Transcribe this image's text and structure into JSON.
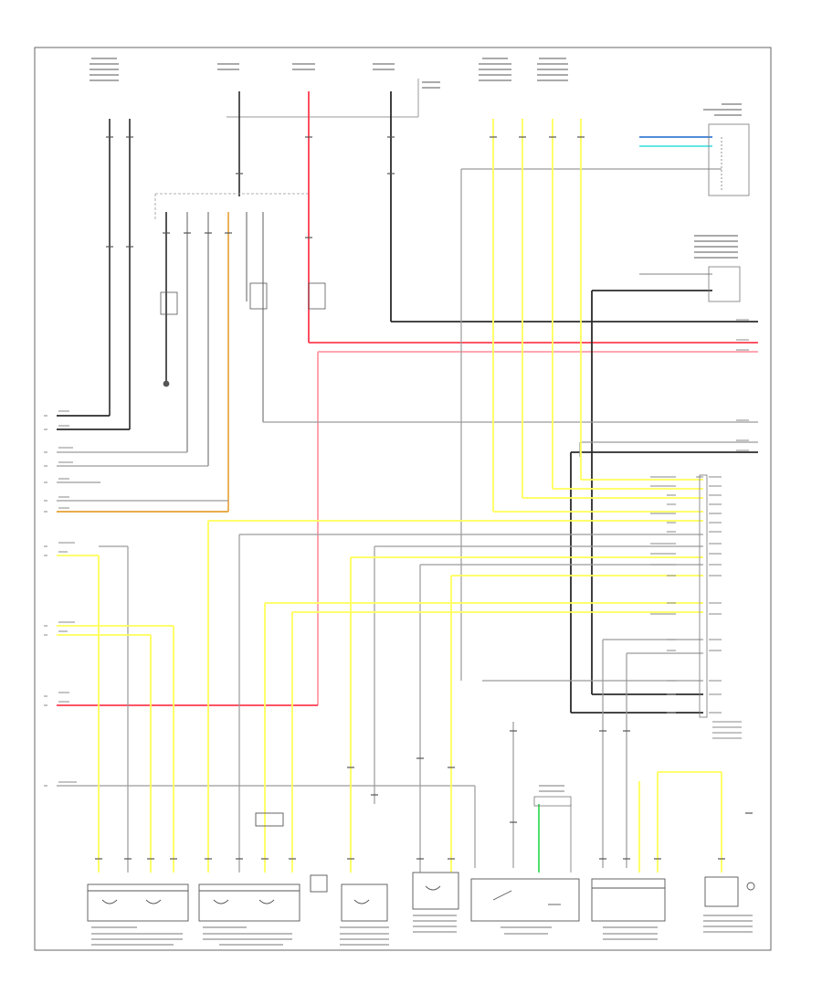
{
  "diagram": {
    "footer_code": "",
    "colors": {
      "black": "#2b2b2b",
      "gray": "#9a9a9a",
      "red": "#ff3b4f",
      "pink": "#ff9aa6",
      "yellow": "#ffff5a",
      "orange": "#e5a032",
      "green": "#3ddc5a",
      "cyan": "#4fe3e3",
      "blue": "#3a7bd5"
    },
    "components": [
      {
        "id": "front-seat-left",
        "icon": "seat-switch-icon"
      },
      {
        "id": "front-seat-right",
        "icon": "seat-switch-icon"
      },
      {
        "id": "rear-seat-left",
        "icon": "seat-switch-icon"
      },
      {
        "id": "rear-seat-right",
        "icon": "seat-switch-icon"
      },
      {
        "id": "occupant-sensor",
        "icon": "sensor-icon"
      },
      {
        "id": "curtain-airbag-right",
        "icon": "airbag-icon"
      },
      {
        "id": "airbag-module",
        "icon": "module-icon"
      }
    ]
  }
}
